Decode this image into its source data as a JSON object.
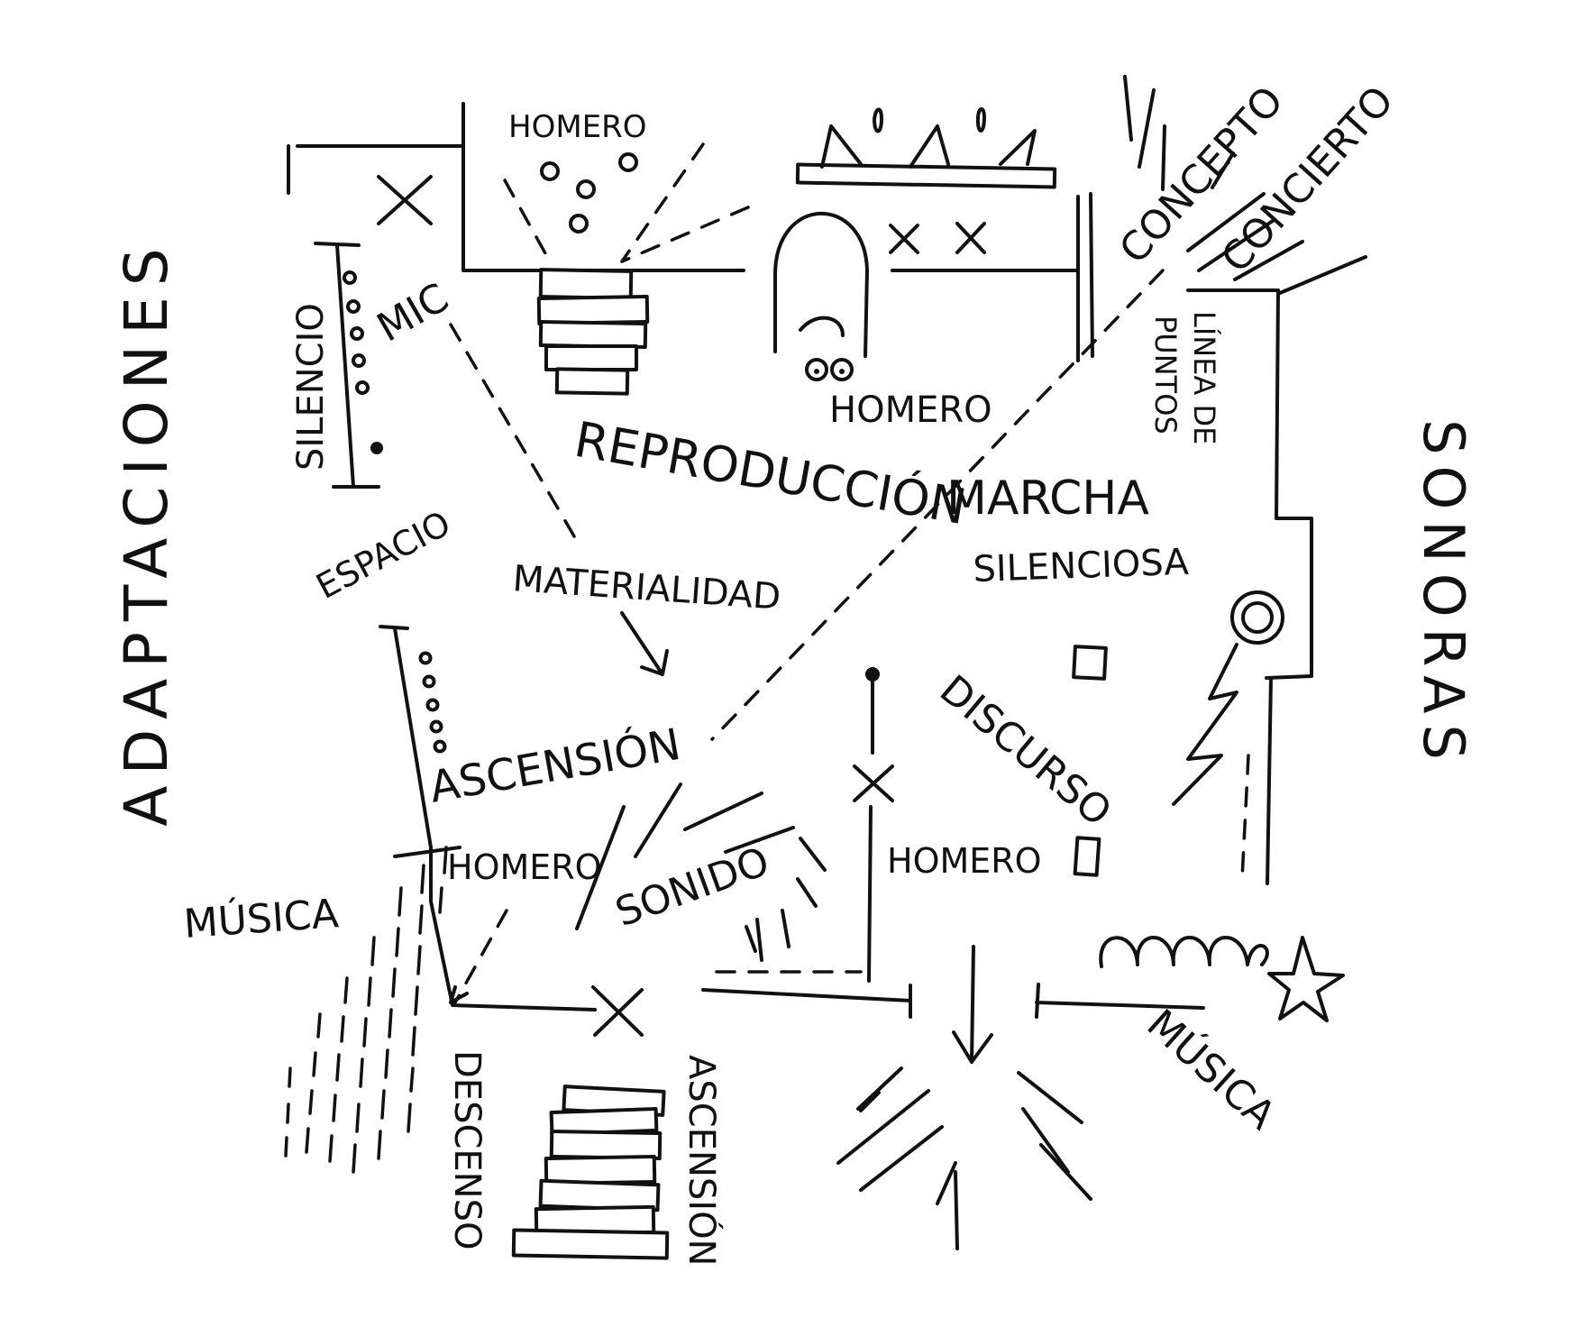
{
  "titles": {
    "left": "ADAPTACIONES",
    "right": "SONORAS"
  },
  "labels": {
    "homero_top": "HOMERO",
    "homero_face": "HOMERO",
    "homero_left": "HOMERO",
    "homero_right": "HOMERO",
    "concepto": "CONCEPTO",
    "concierto": "CONCIERTO",
    "linea_de": "LÍNEA DE",
    "puntos": "PUNTOS",
    "silencio": "SILENCIO",
    "mic": "MIC",
    "reproduccion": "REPRODUCCIÓN",
    "espacio": "ESPACIO",
    "materialidad": "MATERIALIDAD",
    "marcha": "MARCHA",
    "silenciosa": "SILENCIOSA",
    "discurso": "DISCURSO",
    "ascension_mid": "ASCENSIÓN",
    "musica_left": "MÚSICA",
    "sonido": "SONIDO",
    "descenso": "DESCENSO",
    "ascension_bottom": "ASCENSIÓN",
    "musica_right": "MÚSICA"
  },
  "style": {
    "ink": "#111111",
    "paper": "#ffffff"
  }
}
